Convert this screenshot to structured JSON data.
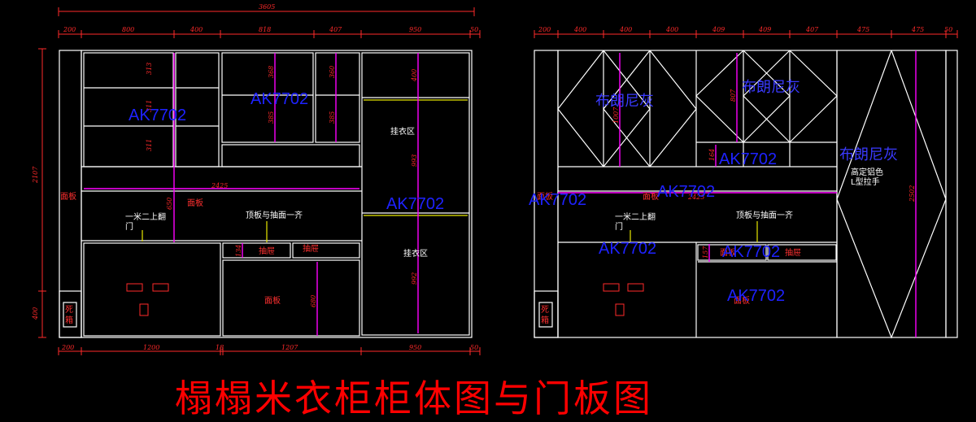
{
  "title": "榻榻米衣柜柜体图与门板图",
  "left": {
    "top_total": "3605",
    "top_dims": [
      "200",
      "800",
      "400",
      "818",
      "407",
      "950",
      "50"
    ],
    "bottom_dims": [
      "200",
      "1200",
      "18",
      "1207",
      "950",
      "50"
    ],
    "height_total": "2107",
    "height_bottom": "400",
    "shelf_dims": [
      "313",
      "311",
      "311"
    ],
    "mid_dims": [
      "368",
      "385",
      "360",
      "385"
    ],
    "right_dims": [
      "400",
      "993",
      "992"
    ],
    "w2425": "2425",
    "d650": "650",
    "d680": "680",
    "d134": "134",
    "labels": {
      "mianban_left": "面板",
      "mianban_mid": "面板",
      "mianban_low": "面板",
      "yimi": "一米二上翻",
      "men": "门",
      "dingban": "顶板与抽面一齐",
      "chouti1": "抽屉",
      "chouti2": "抽屉",
      "guayiqu1": "挂衣区",
      "guayiqu2": "挂衣区",
      "si": "死",
      "xiang": "箱"
    },
    "watermarks": [
      "AK7702",
      "AK7702",
      "AK7702"
    ]
  },
  "right": {
    "top_dims": [
      "200",
      "400",
      "400",
      "400",
      "409",
      "409",
      "407",
      "475",
      "475",
      "50"
    ],
    "d1007": "1007",
    "d807": "807",
    "d164": "164",
    "d2425": "2425",
    "d157": "157",
    "d2502": "2502",
    "labels": {
      "color1": "布朗尼灰",
      "color2": "布朗尼灰",
      "color3": "布朗尼灰",
      "handle1": "高定铝色",
      "handle2": "L型拉手",
      "mianban1": "面板",
      "mianban2": "面板",
      "mianban3": "面板",
      "mianban4": "面板",
      "yimi": "一米二上翻",
      "men": "门",
      "dingban": "顶板与抽面一齐",
      "chouti": "抽屉",
      "si": "死",
      "xiang": "箱"
    },
    "watermarks": [
      "AK7702",
      "AK7702",
      "AK7702",
      "AK7702",
      "AK7702",
      "AK7702"
    ]
  }
}
